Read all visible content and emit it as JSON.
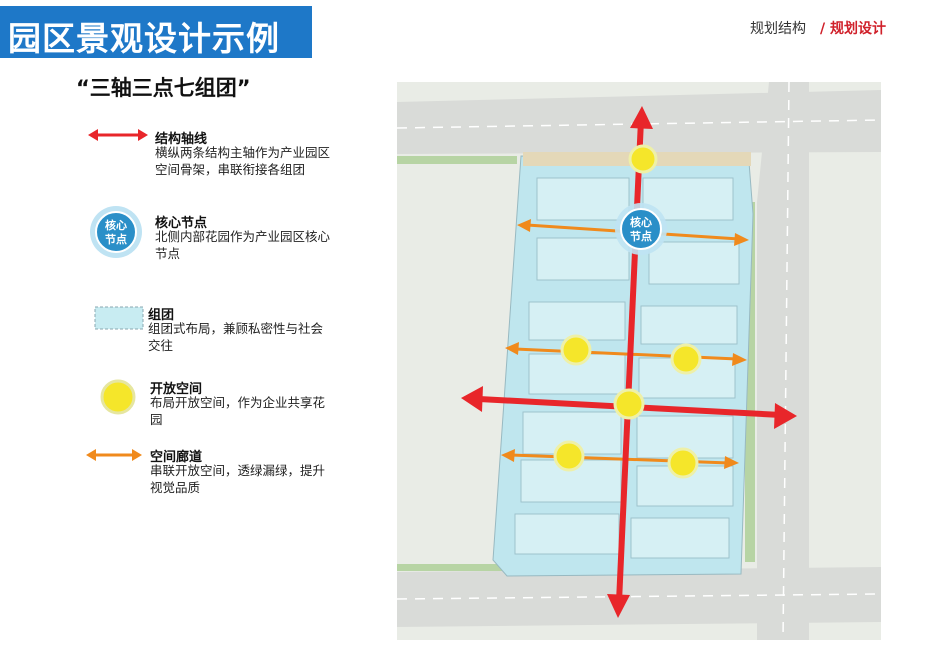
{
  "header": {
    "title": "园区景观设计示例",
    "breadcrumb": [
      "规划结构",
      "/ 规划设计"
    ]
  },
  "subtitle": "“三轴三点七组团”",
  "legend": [
    {
      "symbol": "red-double-arrow",
      "title": "结构轴线",
      "desc": "横纵两条结构主轴作为产业园区空间骨架，串联衔接各组团"
    },
    {
      "symbol": "core-node",
      "badge": "核心\n节点",
      "title": "核心节点",
      "desc": "北侧内部花园作为产业园区核心节点"
    },
    {
      "symbol": "cluster-box",
      "title": "组团",
      "desc": "组团式布局，兼顾私密性与社会交往"
    },
    {
      "symbol": "yellow-dot",
      "title": "开放空间",
      "desc": "布局开放空间，作为企业共享花园"
    },
    {
      "symbol": "orange-double-arrow",
      "title": "空间廊道",
      "desc": "串联开放空间，透绿漏绿，提升视觉品质"
    }
  ],
  "map": {
    "core_node_label": [
      "核心",
      "节点"
    ],
    "colors": {
      "axis": "#e8262a",
      "corridor": "#f08a1c",
      "open_space": "#f5e62a",
      "cluster": "#c8ecf2",
      "core_node": "#2a8fc8"
    }
  }
}
